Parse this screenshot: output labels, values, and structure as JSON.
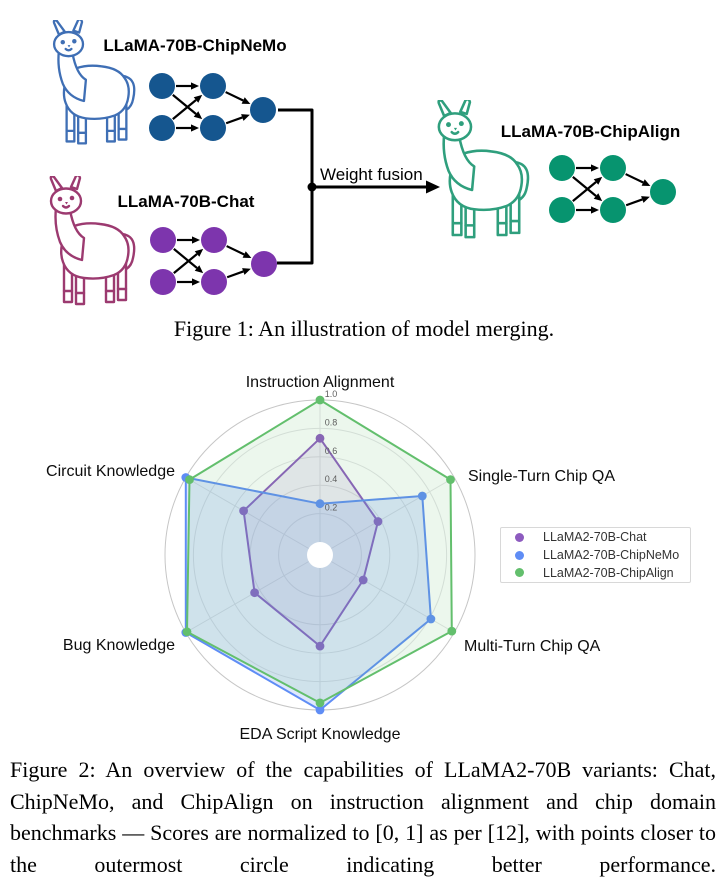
{
  "figure1": {
    "caption": "Figure 1: An illustration of model merging.",
    "weight_fusion_label": "Weight fusion",
    "models": [
      {
        "label": "LLaMA-70B-ChipNeMo",
        "node_color": "#15568f",
        "llama_color": "#3f6fb5"
      },
      {
        "label": "LLaMA-70B-Chat",
        "node_color": "#7d35ad",
        "llama_color": "#9c3a70"
      },
      {
        "label": "LLaMA-70B-ChipAlign",
        "node_color": "#07946f",
        "llama_color": "#2f9f7d"
      }
    ]
  },
  "figure2": {
    "caption": "Figure 2: An overview of the capabilities of LLaMA2-70B variants: Chat, ChipNeMo, and ChipAlign on instruction alignment and chip domain benchmarks — Scores are normalized to [0, 1] as per [12], with points closer to the outermost circle indicating better performance."
  },
  "chart_data": {
    "type": "radar",
    "title": "",
    "categories": [
      "Instruction Alignment",
      "Single-Turn Chip QA",
      "Multi-Turn Chip QA",
      "EDA Script Knowledge",
      "Bug Knowledge",
      "Circuit Knowledge"
    ],
    "series": [
      {
        "name": "LLaMA2-70B-Chat",
        "color": "#8d5bbf",
        "fill_opacity": 0.12,
        "values": [
          0.73,
          0.38,
          0.26,
          0.55,
          0.44,
          0.53
        ]
      },
      {
        "name": "LLaMA2-70B-ChipNeMo",
        "color": "#5f8df5",
        "fill_opacity": 0.2,
        "values": [
          0.27,
          0.74,
          0.81,
          1.0,
          1.0,
          1.0
        ]
      },
      {
        "name": "LLaMA2-70B-ChipAlign",
        "color": "#63bf6d",
        "fill_opacity": 0.12,
        "values": [
          1.0,
          0.97,
          0.98,
          0.95,
          0.99,
          0.97
        ]
      }
    ],
    "radial_ticks": [
      0.2,
      0.4,
      0.6,
      0.8,
      1.0
    ],
    "range": [
      0,
      1
    ],
    "grid": true,
    "legend_position": "right",
    "center_hole": true
  }
}
